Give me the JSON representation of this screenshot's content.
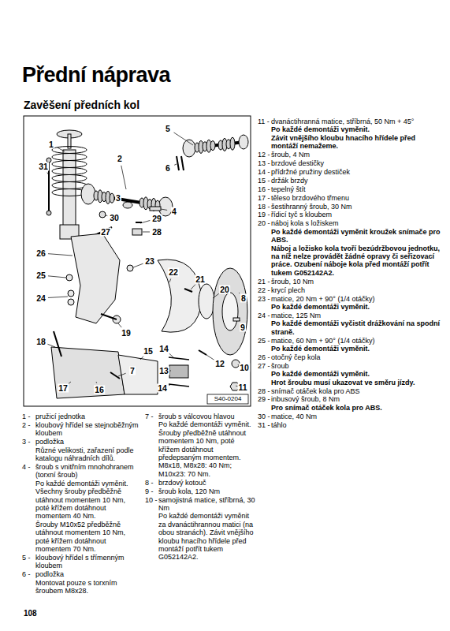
{
  "diagram": {
    "title": "Přední náprava",
    "labels": [
      "Zavěšení předních kol",
      "1",
      "31",
      "2",
      "5",
      "6",
      "3",
      "4",
      "29",
      "30",
      "27",
      "28",
      "26",
      "23",
      "25",
      "22",
      "21",
      "20",
      "8",
      "24",
      "19",
      "9",
      "18",
      "15",
      "14",
      "10",
      "12",
      "17",
      "16",
      "13",
      "14",
      "11",
      "7",
      "S40-0204",
      "11 -",
      "dvanáctihranná matice, stříbrná, 50 Nm + 45°",
      "Po každé demontáži vyměnit.",
      "Závit vnějšího kloubu hnacího hřídele před montáží nemažeme.",
      "12 -",
      "šroub, 4 Nm",
      "13 -",
      "brzdové destičky",
      "14 -",
      "přídržné pružiny destiček",
      "15 -",
      "držák brzdy",
      "16 -",
      "tepelný štít",
      "17 -",
      "těleso brzdového třmenu",
      "18 -",
      "šestihranný šroub, 30 Nm",
      "19 -",
      "řídicí tyč s kloubem",
      "20 -",
      "náboj kola s ložiskem",
      "Po každé demontáži vyměnit kroužek snímače pro ABS.",
      "Náboj a ložisko kola tvoří bezúdržbovou jednotku, na níž nelze provádět žádné opravy či seřizovací práce. Ozubení náboje kola před montáží potřít tukem G052142A2.",
      "21 -",
      "šroub, 10 Nm",
      "22 -",
      "krycí plech",
      "23 -",
      "matice, 20 Nm + 90° (1/4 otáčky)",
      "Po každé demontáži vyměnit.",
      "24 -",
      "matice, 125 Nm",
      "Po každé demontáži vyčistit drážkování na spodní straně.",
      "25 -",
      "matice, 60 Nm + 90° (1/4 otáčky)",
      "Po každé demontáži vyměnit.",
      "26 -",
      "otočný čep kola",
      "27 -",
      "šroub",
      "Po každé demontáži vyměnit.",
      "Hrot šroubu musí ukazovat ve směru jízdy.",
      "28 -",
      "snímač otáček kola pro ABS",
      "29 -",
      "inbusový šroub, 8 Nm",
      "Pro snímač otáček kola pro ABS.",
      "30 -",
      "matice, 40 Nm",
      "31 -",
      "táhlo",
      "1 -",
      "pružicí jednotka",
      "2 -",
      "kloubový hřídel se stejnoběžným kloubem",
      "3 -",
      "podložka",
      "Různé velikosti, zařazení podle katalogu náhradních dílů.",
      "4 -",
      "šroub s vnitřním mnohohranem (torxní šroub)",
      "Po každé demontáži vyměnit.",
      "Všechny šrouby předběžně utáhnout momentem 10 Nm, poté křížem dotáhnout momentem 40 Nm.",
      "Šrouby M10x52 předběžně utáhnout momentem 10 Nm, poté křížem dotáhnout momentem 70 Nm.",
      "5 -",
      "kloubový hřídel s třímenným kloubem",
      "6 -",
      "podložka",
      "Montovat pouze s torxním šroubem M8x28.",
      "7 -",
      "šroub s válcovou hlavou",
      "Po každé demontáži vyměnit. Šrouby předběžně utáhnout momentem 10 Nm, poté křížem dotáhnout předepsaným momentem.",
      "M8x18, M8x28: 40 Nm; M10x23: 70 Nm.",
      "8 -",
      "brzdový kotouč",
      "9 -",
      "šroub kola, 120 Nm",
      "10 -",
      "samojistná matice, stříbrná, 30 Nm",
      "Po každé demontáži vyměnit za dvanáctihrannou matici (na obou stranách). Závit vnějšího kloubu hnacího hřídele před montáží potřít tukem G052142A2.",
      "108"
    ]
  }
}
